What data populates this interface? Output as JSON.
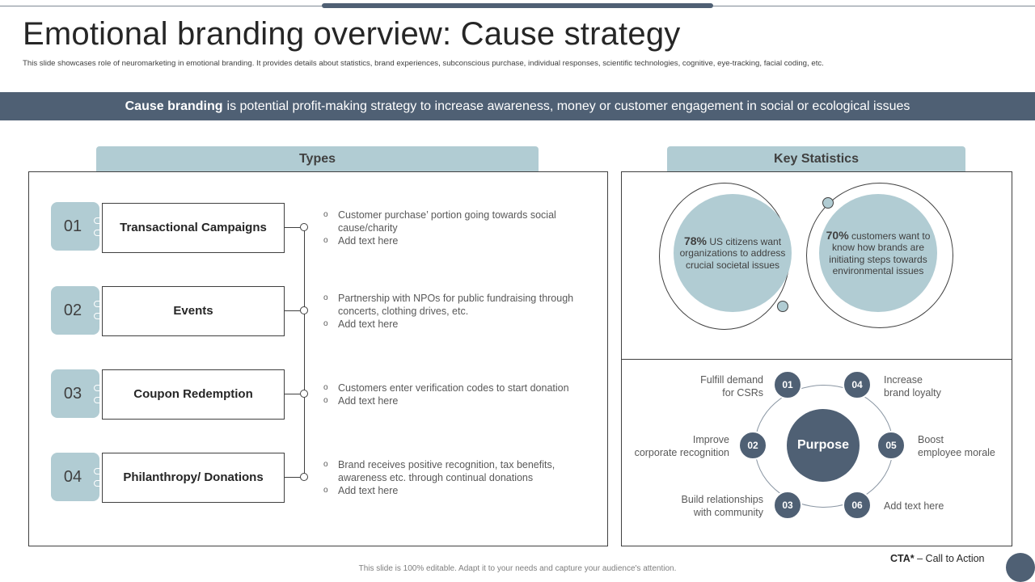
{
  "header": {
    "title": "Emotional branding overview: Cause strategy",
    "subtitle": "This slide showcases role of neuromarketing in emotional branding. It provides details about statistics, brand experiences, subconscious purchase, individual responses, scientific technologies, cognitive, eye-tracking, facial coding, etc."
  },
  "banner": {
    "bold": "Cause branding",
    "text": "is potential profit-making strategy to increase awareness, money or customer engagement in social or ecological issues"
  },
  "types": {
    "heading": "Types",
    "items": [
      {
        "num": "01",
        "label": "Transactional Campaigns",
        "bullets": [
          "Customer purchase’ portion going towards social cause/charity",
          "Add text here"
        ]
      },
      {
        "num": "02",
        "label": "Events",
        "bullets": [
          "Partnership with NPOs for public fundraising through concerts, clothing drives,  etc.",
          "Add text here"
        ]
      },
      {
        "num": "03",
        "label": "Coupon Redemption",
        "bullets": [
          "Customers enter verification  codes to start donation",
          "Add text here"
        ]
      },
      {
        "num": "04",
        "label": "Philanthropy/ Donations",
        "bullets": [
          "Brand receives positive recognition, tax benefits, awareness etc. through continual donations",
          "Add text here"
        ]
      }
    ]
  },
  "stats": {
    "heading": "Key Statistics",
    "items": [
      {
        "value": "78%",
        "text": "US citizens want organizations to address crucial societal issues"
      },
      {
        "value": "70%",
        "text": "customers want to know how brands are initiating steps towards environmental issues"
      }
    ]
  },
  "purpose": {
    "center": "Purpose",
    "nodes": [
      {
        "num": "01",
        "label_line1": "Fulfill demand",
        "label_line2": "for CSRs"
      },
      {
        "num": "02",
        "label_line1": "Improve",
        "label_line2": "corporate recognition"
      },
      {
        "num": "03",
        "label_line1": "Build relationships",
        "label_line2": "with community"
      },
      {
        "num": "04",
        "label_line1": "Increase",
        "label_line2": "brand loyalty"
      },
      {
        "num": "05",
        "label_line1": "Boost",
        "label_line2": "employee morale"
      },
      {
        "num": "06",
        "label_line1": "Add text here",
        "label_line2": ""
      }
    ]
  },
  "footer": {
    "note": "This slide is 100% editable.  Adapt it to your needs and capture your audience's attention.",
    "cta_bold": "CTA*",
    "cta_text": " – Call to Action"
  },
  "colors": {
    "primary": "#4f6074",
    "accent": "#b1ccd3"
  }
}
